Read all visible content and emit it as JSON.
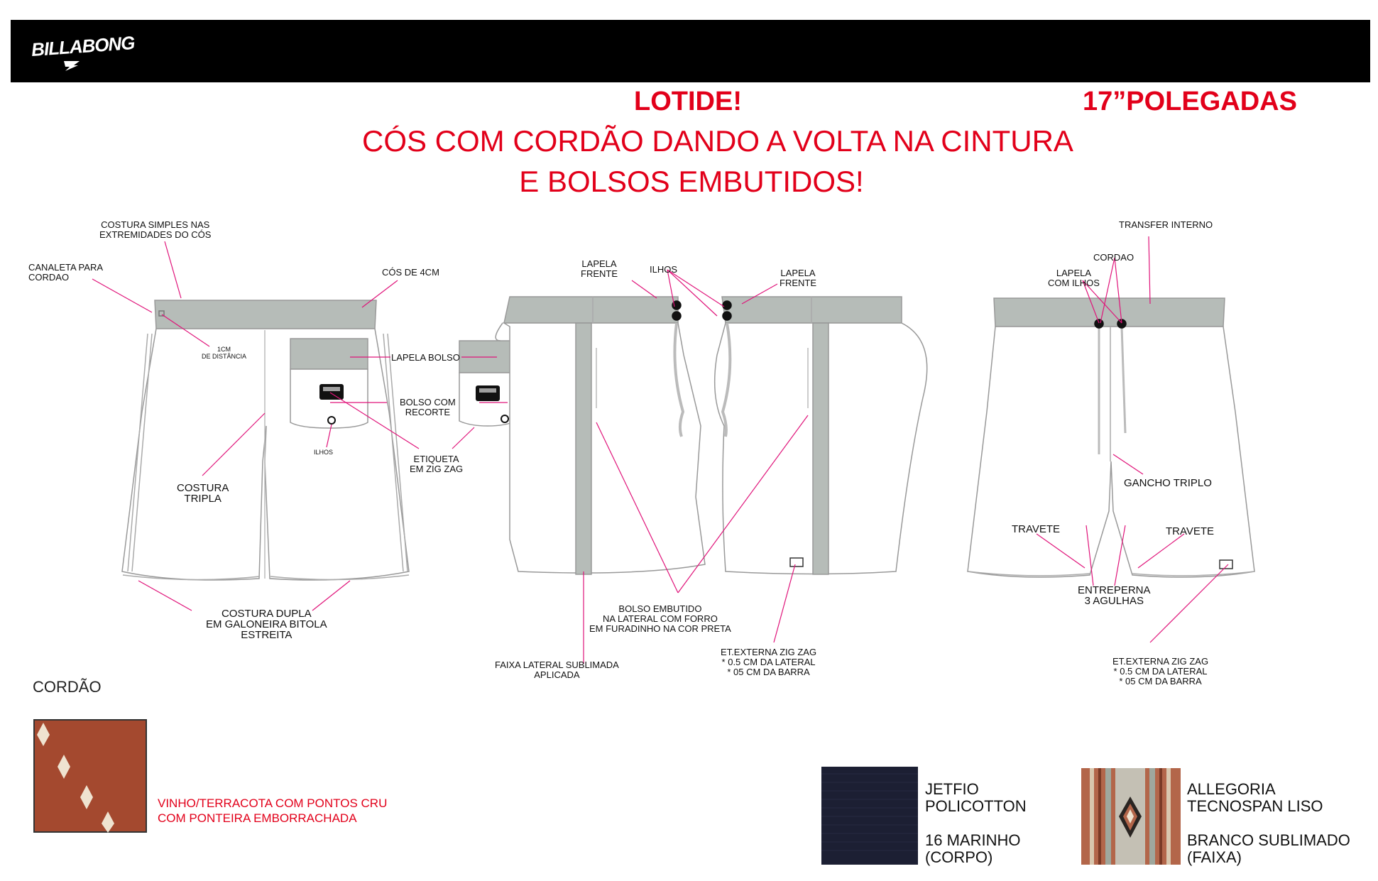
{
  "header": {
    "brand": "BILLABONG"
  },
  "titles": {
    "model": "LOTIDE!",
    "length": "17”POLEGADAS",
    "description_line1": "CÓS COM CORDÃO DANDO A VOLTA NA CINTURA",
    "description_line2": "E BOLSOS EMBUTIDOS!"
  },
  "back_view": {
    "costura_simples": [
      "COSTURA SIMPLES NAS",
      "EXTREMIDADES DO CÓS"
    ],
    "canaleta": [
      "CANALETA PARA",
      "CORDAO"
    ],
    "cos": "CÓS DE 4CM",
    "distancia": [
      "1CM",
      "DE DISTÂNCIA"
    ],
    "lapela_bolso": "LAPELA BOLSO",
    "bolso_recorte": [
      "BOLSO COM",
      "RECORTE"
    ],
    "ilhos": "ILHOS",
    "etiqueta": [
      "ETIQUETA",
      "EM ZIG ZAG"
    ],
    "costura_tripla": [
      "COSTURA",
      "TRIPLA"
    ],
    "costura_dupla": [
      "COSTURA DUPLA",
      "EM GALONEIRA BITOLA",
      "ESTREITA"
    ]
  },
  "side_view": {
    "lapela_frente_left": [
      "LAPELA",
      "FRENTE"
    ],
    "ilhos": "ILHOS",
    "lapela_frente_right": [
      "LAPELA",
      "FRENTE"
    ],
    "bolso_embutido": [
      "BOLSO EMBUTIDO",
      "NA LATERAL COM FORRO",
      "EM FURADINHO NA COR PRETA"
    ],
    "faixa_lateral": [
      "FAIXA LATERAL SUBLIMADA",
      "APLICADA"
    ],
    "et_externa": [
      "ET.EXTERNA ZIG ZAG",
      "* 0.5 CM DA LATERAL",
      "* 05 CM DA BARRA"
    ]
  },
  "front_view": {
    "transfer": "TRANSFER INTERNO",
    "cordao": "CORDAO",
    "lapela_ilhos": [
      "LAPELA",
      "COM ILHOS"
    ],
    "gancho": "GANCHO TRIPLO",
    "travete_left": "TRAVETE",
    "travete_right": "TRAVETE",
    "entreperna": [
      "ENTREPERNA",
      "3 AGULHAS"
    ],
    "et_externa": [
      "ET.EXTERNA ZIG ZAG",
      "* 0.5 CM DA LATERAL",
      "* 05 CM DA BARRA"
    ]
  },
  "cordao": {
    "title": "CORDÃO",
    "desc": [
      "VINHO/TERRACOTA COM PONTOS CRU",
      "COM PONTEIRA EMBORRACHADA"
    ],
    "color": "#a4492f"
  },
  "fabrics": [
    {
      "lines": [
        "JETFIO",
        "POLICOTTON",
        "",
        "16 MARINHO",
        "(CORPO)"
      ],
      "color": "#1c1f33"
    },
    {
      "lines": [
        "ALLEGORIA",
        "TECNOSPAN LISO",
        "",
        "BRANCO SUBLIMADO",
        "(FAIXA)"
      ],
      "color": "#b3664a"
    }
  ],
  "colors": {
    "accent": "#e2001a",
    "waistband": "#b6bcb8",
    "pointer": "#e0147a"
  }
}
